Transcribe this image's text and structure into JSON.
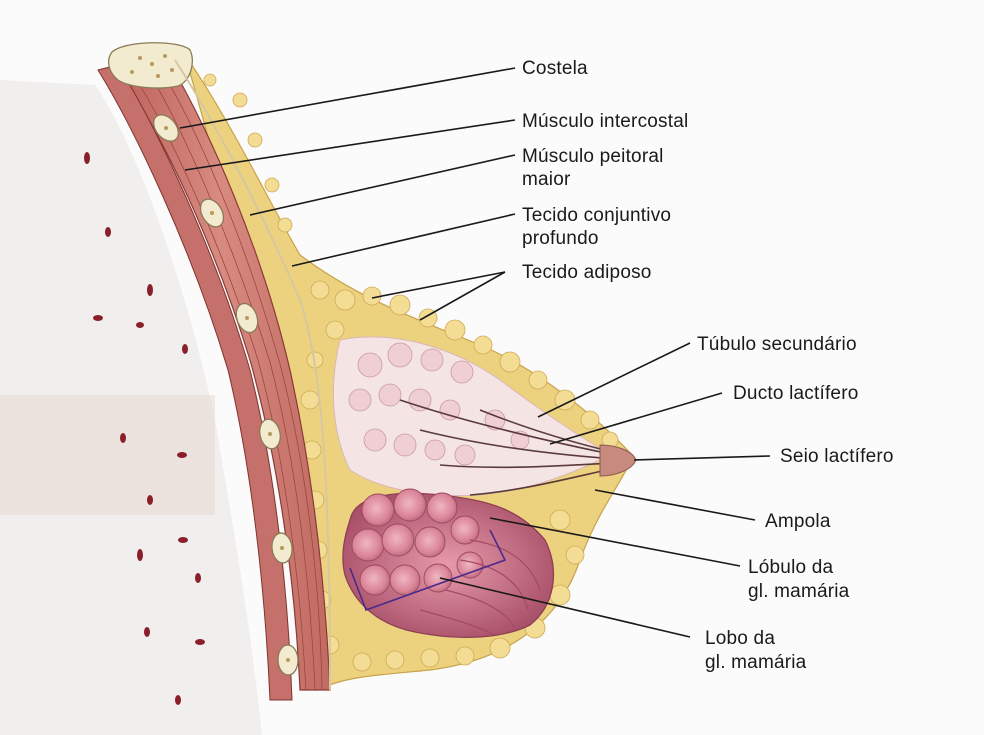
{
  "labels": {
    "costela": "Costela",
    "musculo_intercostal": "Músculo intercostal",
    "musculo_peitoral_1": "Músculo peitoral",
    "musculo_peitoral_2": "maior",
    "tecido_conjuntivo_1": "Tecido conjuntivo",
    "tecido_conjuntivo_2": "profundo",
    "tecido_adiposo": "Tecido adiposo",
    "tubulo_secundario": "Túbulo secundário",
    "ducto_lactifero": "Ducto lactífero",
    "seio_lactifero": "Seio lactífero",
    "ampola": "Ampola",
    "lobulo_1": "Lóbulo da",
    "lobulo_2": "gl. mamária",
    "lobo_1": "Lobo da",
    "lobo_2": "gl. mamária"
  },
  "colors": {
    "muscle": "#c9766e",
    "fat": "#ecd27e",
    "gland": "#d9869a",
    "chest_wall": "#f1eeee",
    "leader_line": "#1a1a1a"
  }
}
